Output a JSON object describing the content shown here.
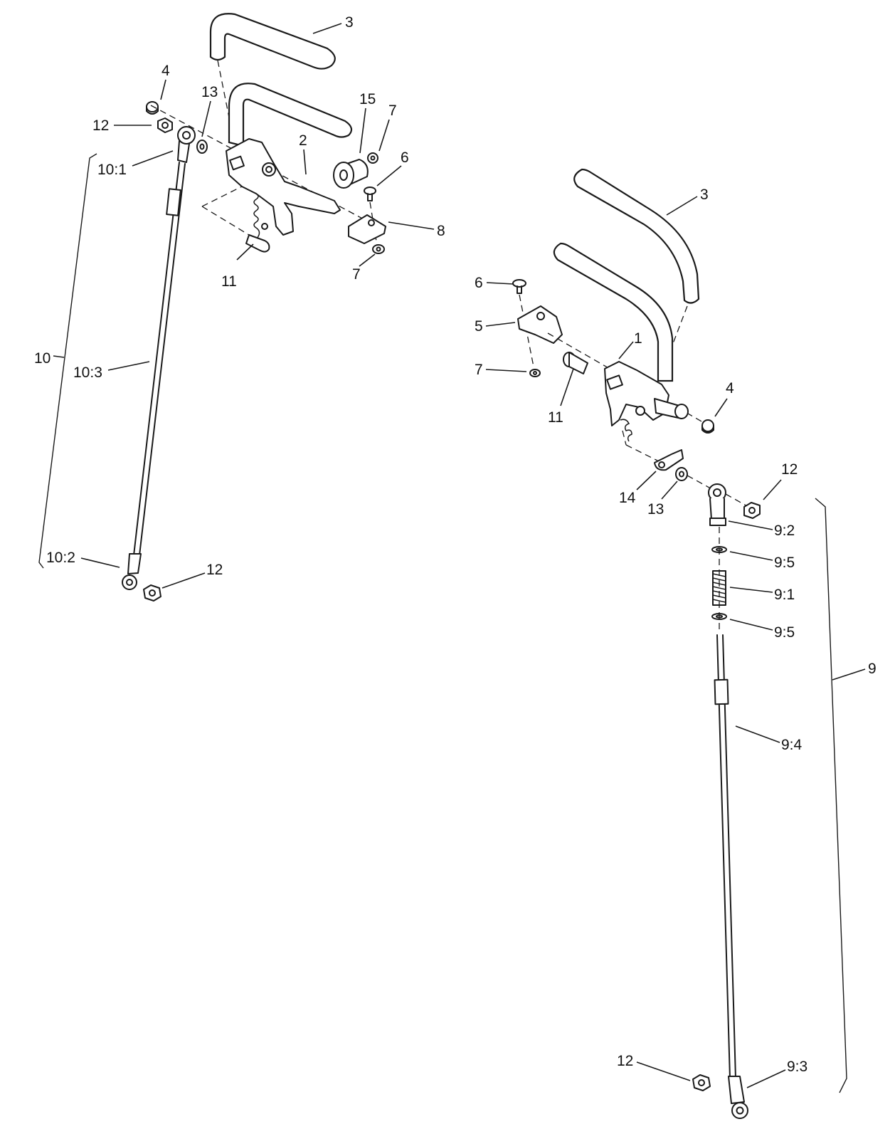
{
  "diagram": {
    "callouts": {
      "left_grip": "3",
      "left_bushing": "4",
      "left_nut_top": "12",
      "left_washer": "13",
      "left_damper": "15",
      "left_damper_nut": "7",
      "left_lever": "2",
      "left_bolt_6": "6",
      "left_plate": "8",
      "left_pin": "11",
      "left_nut_bottom_7": "7",
      "rod_assembly_left": "10",
      "rod_left_end_top": "10:1",
      "rod_left_shaft": "10:3",
      "rod_left_end_bottom": "10:2",
      "left_nut_bottom": "12",
      "right_grip": "3",
      "right_lever": "1",
      "right_bolt_6": "6",
      "right_plate": "5",
      "right_nut_7": "7",
      "right_pin": "11",
      "right_bushing": "4",
      "right_bracket": "14",
      "right_washer": "13",
      "right_nut_top": "12",
      "rod_right_end_top": "9:2",
      "rod_right_washer_1": "9:5",
      "rod_right_spring": "9:1",
      "rod_right_washer_2": "9:5",
      "rod_assembly_right": "9",
      "rod_right_shaft": "9:4",
      "right_nut_bottom": "12",
      "rod_right_end_bottom": "9:3"
    }
  }
}
